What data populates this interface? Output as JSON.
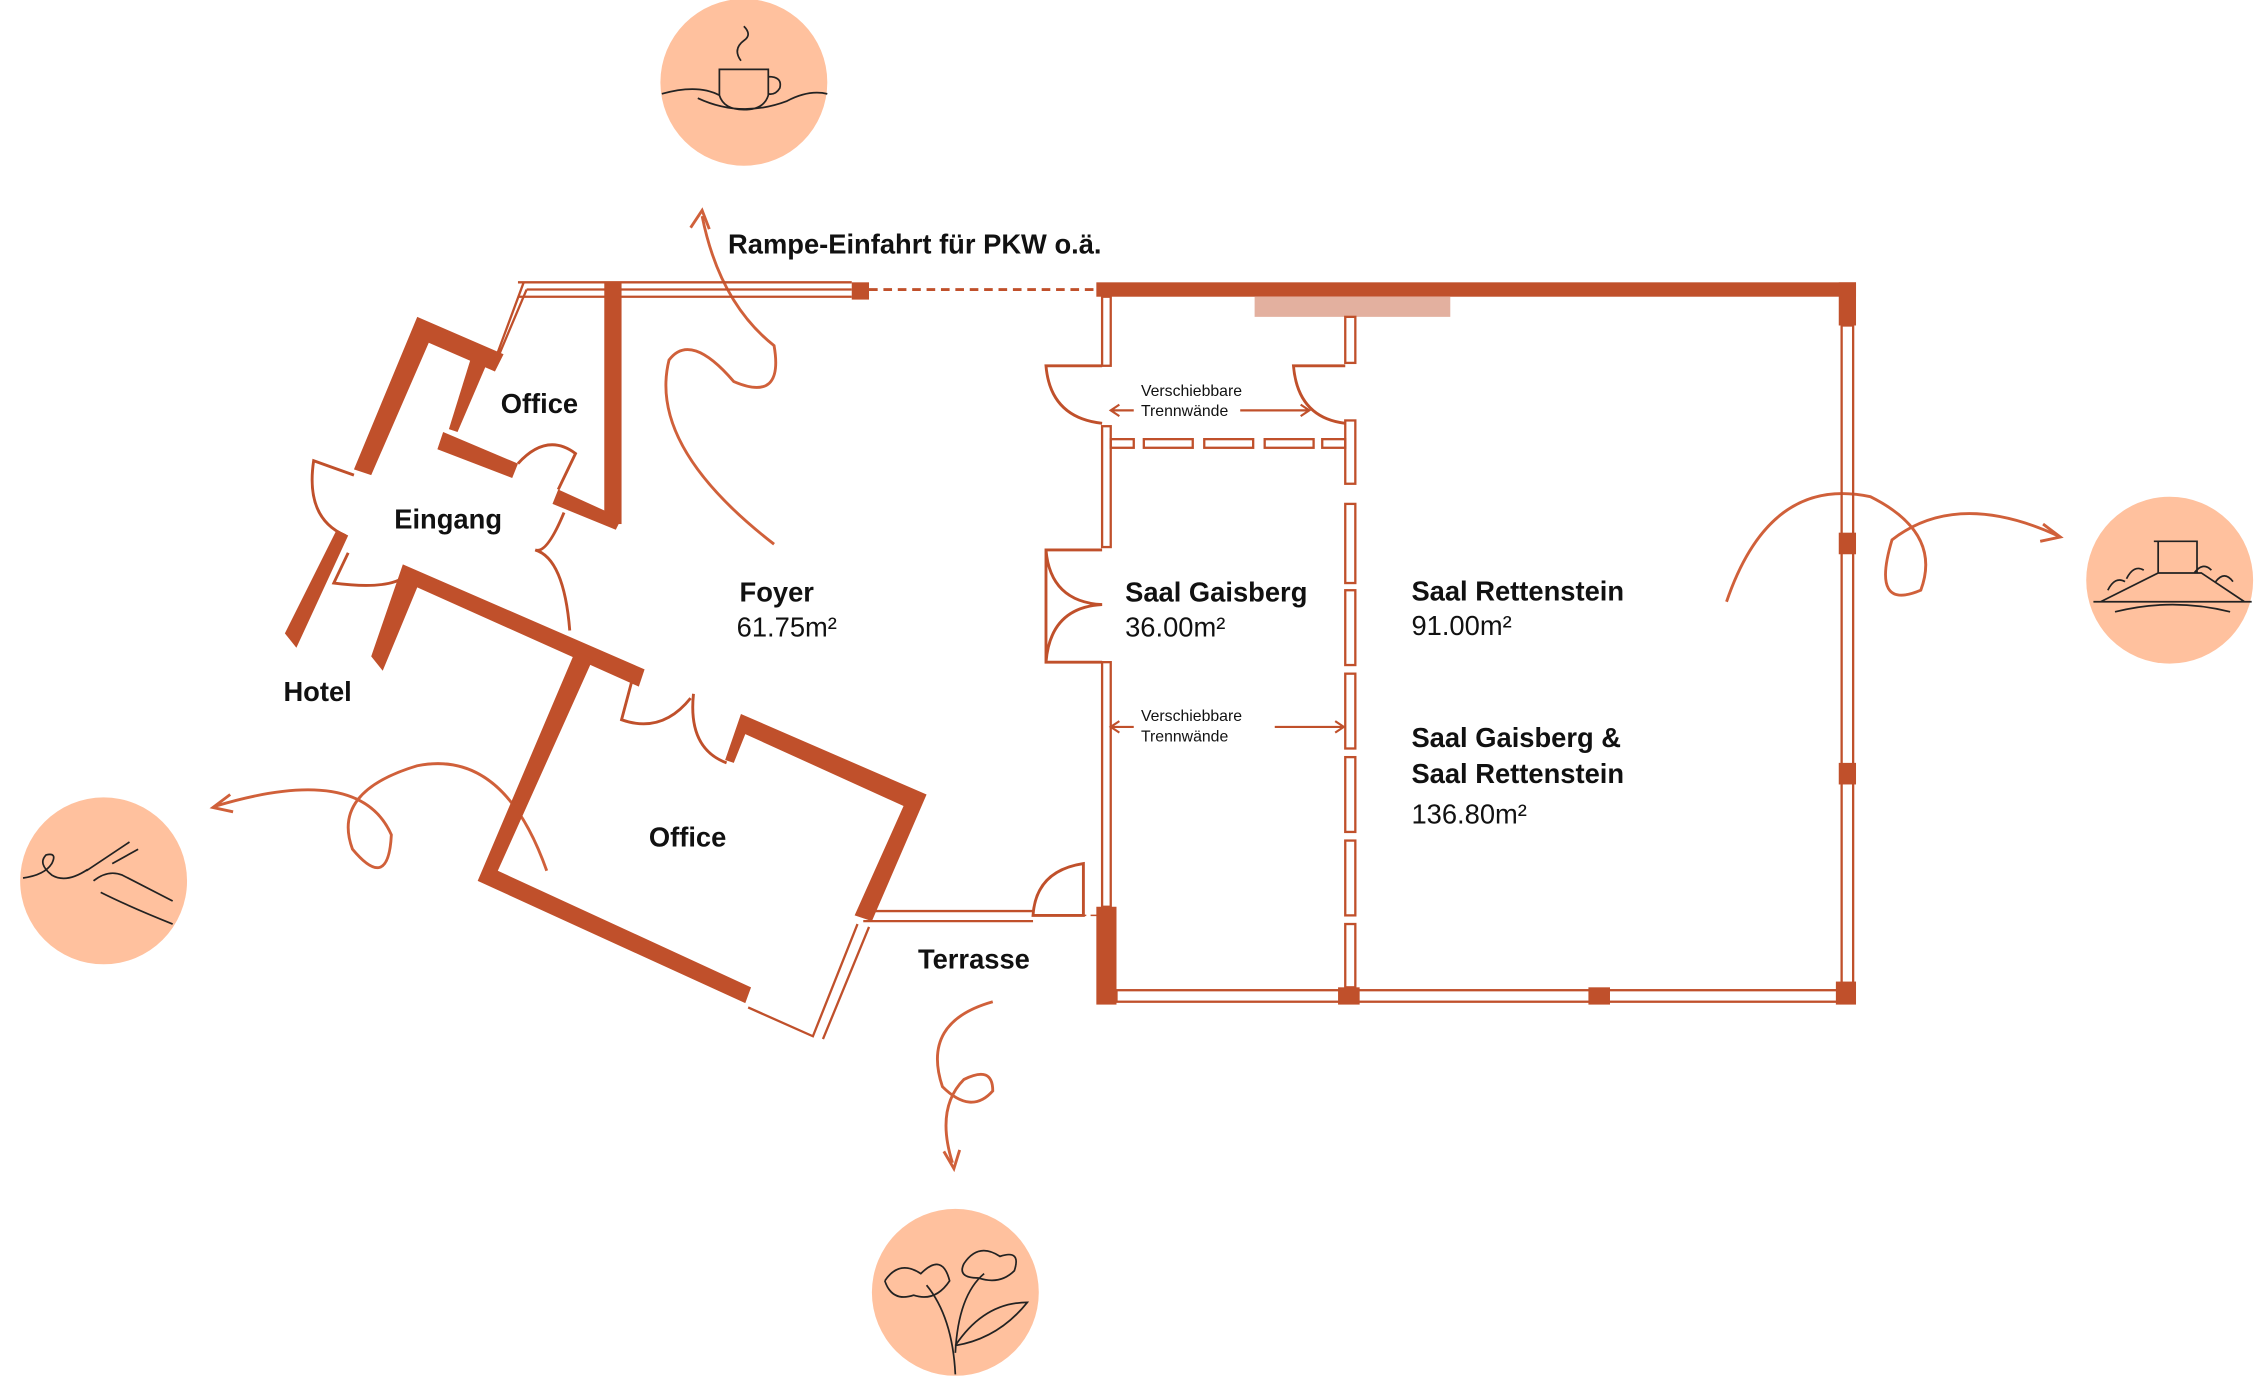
{
  "labels": {
    "ramp": "Rampe-Einfahrt für PKW o.ä.",
    "office_top": "Office",
    "eingang": "Eingang",
    "hotel": "Hotel",
    "office_bottom": "Office",
    "terrasse": "Terrasse",
    "foyer": {
      "name": "Foyer",
      "area": "61.75m²"
    },
    "saal_gaisberg": {
      "name": "Saal Gaisberg",
      "area": "36.00m²"
    },
    "saal_rettenstein": {
      "name": "Saal Rettenstein",
      "area": "91.00m²"
    },
    "saal_combined": {
      "name_line1": "Saal Gaisberg &",
      "name_line2": "Saal Rettenstein",
      "area": "136.80m²"
    },
    "partition_top": {
      "line1": "Verschiebbare",
      "line2": "Trennwände"
    },
    "partition_bottom": {
      "line1": "Verschiebbare",
      "line2": "Trennwände"
    }
  },
  "icons": [
    "coffee-cup-icon",
    "conference-table-icon",
    "writing-hand-icon",
    "flower-icon"
  ],
  "colors": {
    "wall": "#C0502B",
    "circle": "#FFC19E",
    "highlight": "#E3B09F"
  }
}
